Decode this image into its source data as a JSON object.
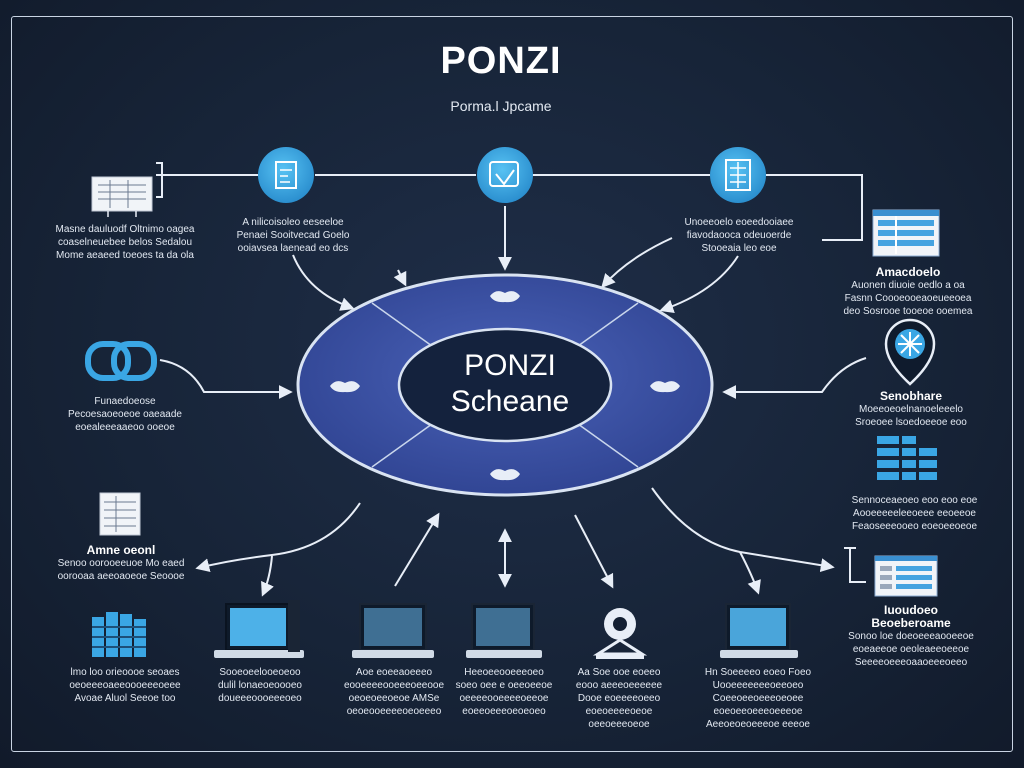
{
  "header": {
    "title": "PONZI",
    "subtitle": "Porma.l Jpcame"
  },
  "center": {
    "line1": "PONZI",
    "line2": "Scheane"
  },
  "captions": {
    "top_left_doc": [
      "Masne dauluodf Oltnimo oagea",
      "coaselneuebee belos Sedalou",
      "Mome aeaeed toeoes ta da ola"
    ],
    "top_node_left": [
      "A nilicoisoleo eeseeloe",
      "Penaei Sooitvecad Goelo",
      "ooiavsea laenead eo dcs"
    ],
    "top_node_right": [
      "Unoeeoelo eoeedooiaee",
      "fiavodaooca odeuoerde",
      "Stooeaia leo eoe"
    ],
    "right_doc": [
      "Amacdoelo",
      "Auonen diuoie oedlo a oa",
      "Fasnn Coooeooeaoeueeoea",
      "deo Sosrooe tooeoe ooemea"
    ],
    "left_chain": [
      "Funaedoeose",
      "Pecoesaoeoeoe oaeaade",
      "eoealeeeaaeoo ooeoe"
    ],
    "right_badge": [
      "Senobhare",
      "Moeeoeoelnanoeleeelo",
      "Sroeoee lsoedoeeoe eoo"
    ],
    "right_table": [
      "Sennoceaeoeo eoo eoo eoe",
      "Aooeeeeeleeoeee eeoeeoe",
      "Feaoseeeooeo eoeoeeoeoe"
    ],
    "left_doc": [
      "Amne oeonl",
      "Senoo oorooeeuoe Mo eaed",
      "oorooaa aeeoaoeoe Seoooe"
    ],
    "right_small_doc": [
      "Iuoudoeo",
      "Beoeberoame",
      "Sonoo loe doeoeeeaooeeoe",
      "eoeaeeoe oeoleaeeoeeoe",
      "Seeeeoeeeoaaoeeeoeeo"
    ],
    "bottom_1": [
      "lmo loo orieoooe seoaes",
      "oeoeeeoaeeoooeeeoeee",
      "Avoae Aluol Seeoe too"
    ],
    "bottom_2": [
      "Sooeoeelooeoeoo",
      "dulil lonaeoeoooeo",
      "doueeeoooeeeoeo"
    ],
    "bottom_3": [
      "Aoe eoeeaoeeeo",
      "eooeeeeooeeeoeeooe",
      "oeoeoeeoeoe AMSe",
      "oeoeooeeeeoeoeeeo"
    ],
    "bottom_4": [
      "Heeoeeooeeeoeo",
      "soeo oee e oeeoeeoe",
      "oeeeeooeeeeoeeoe",
      "eoeeoeeeoeoeoeo"
    ],
    "bottom_5": [
      "Aa Soe ooe eoeeo",
      "eooo aeeeoeeeeee",
      "Dooe eoeeeeoeeo",
      "eoeoeeeeoeoe",
      "oeeoeeeoeoe"
    ],
    "bottom_6": [
      "Hn Soeeeeo eoeo Foeo",
      "Uooeeeeeeeoeeoeo",
      "Coeeoeeoeeeoeoee",
      "eoeoeeoeeeoeeeoe",
      "Aeeoeoeoeeeoe eeeoe"
    ]
  },
  "colors": {
    "background": "#142033",
    "ring_fill": "#3c52a5",
    "ring_inner": "#14223d",
    "node": "#39a7e0",
    "wire": "#e8eef7"
  },
  "icons": {
    "top_left": "document-icon",
    "top_center": "wallet-icon",
    "top_right": "ledger-icon",
    "left": "chain-link-icon",
    "right": "location-pin-icon",
    "monitor": "monitor-icon",
    "server": "server-icon",
    "webcam": "webcam-icon",
    "handshake": "handshake-icon"
  }
}
